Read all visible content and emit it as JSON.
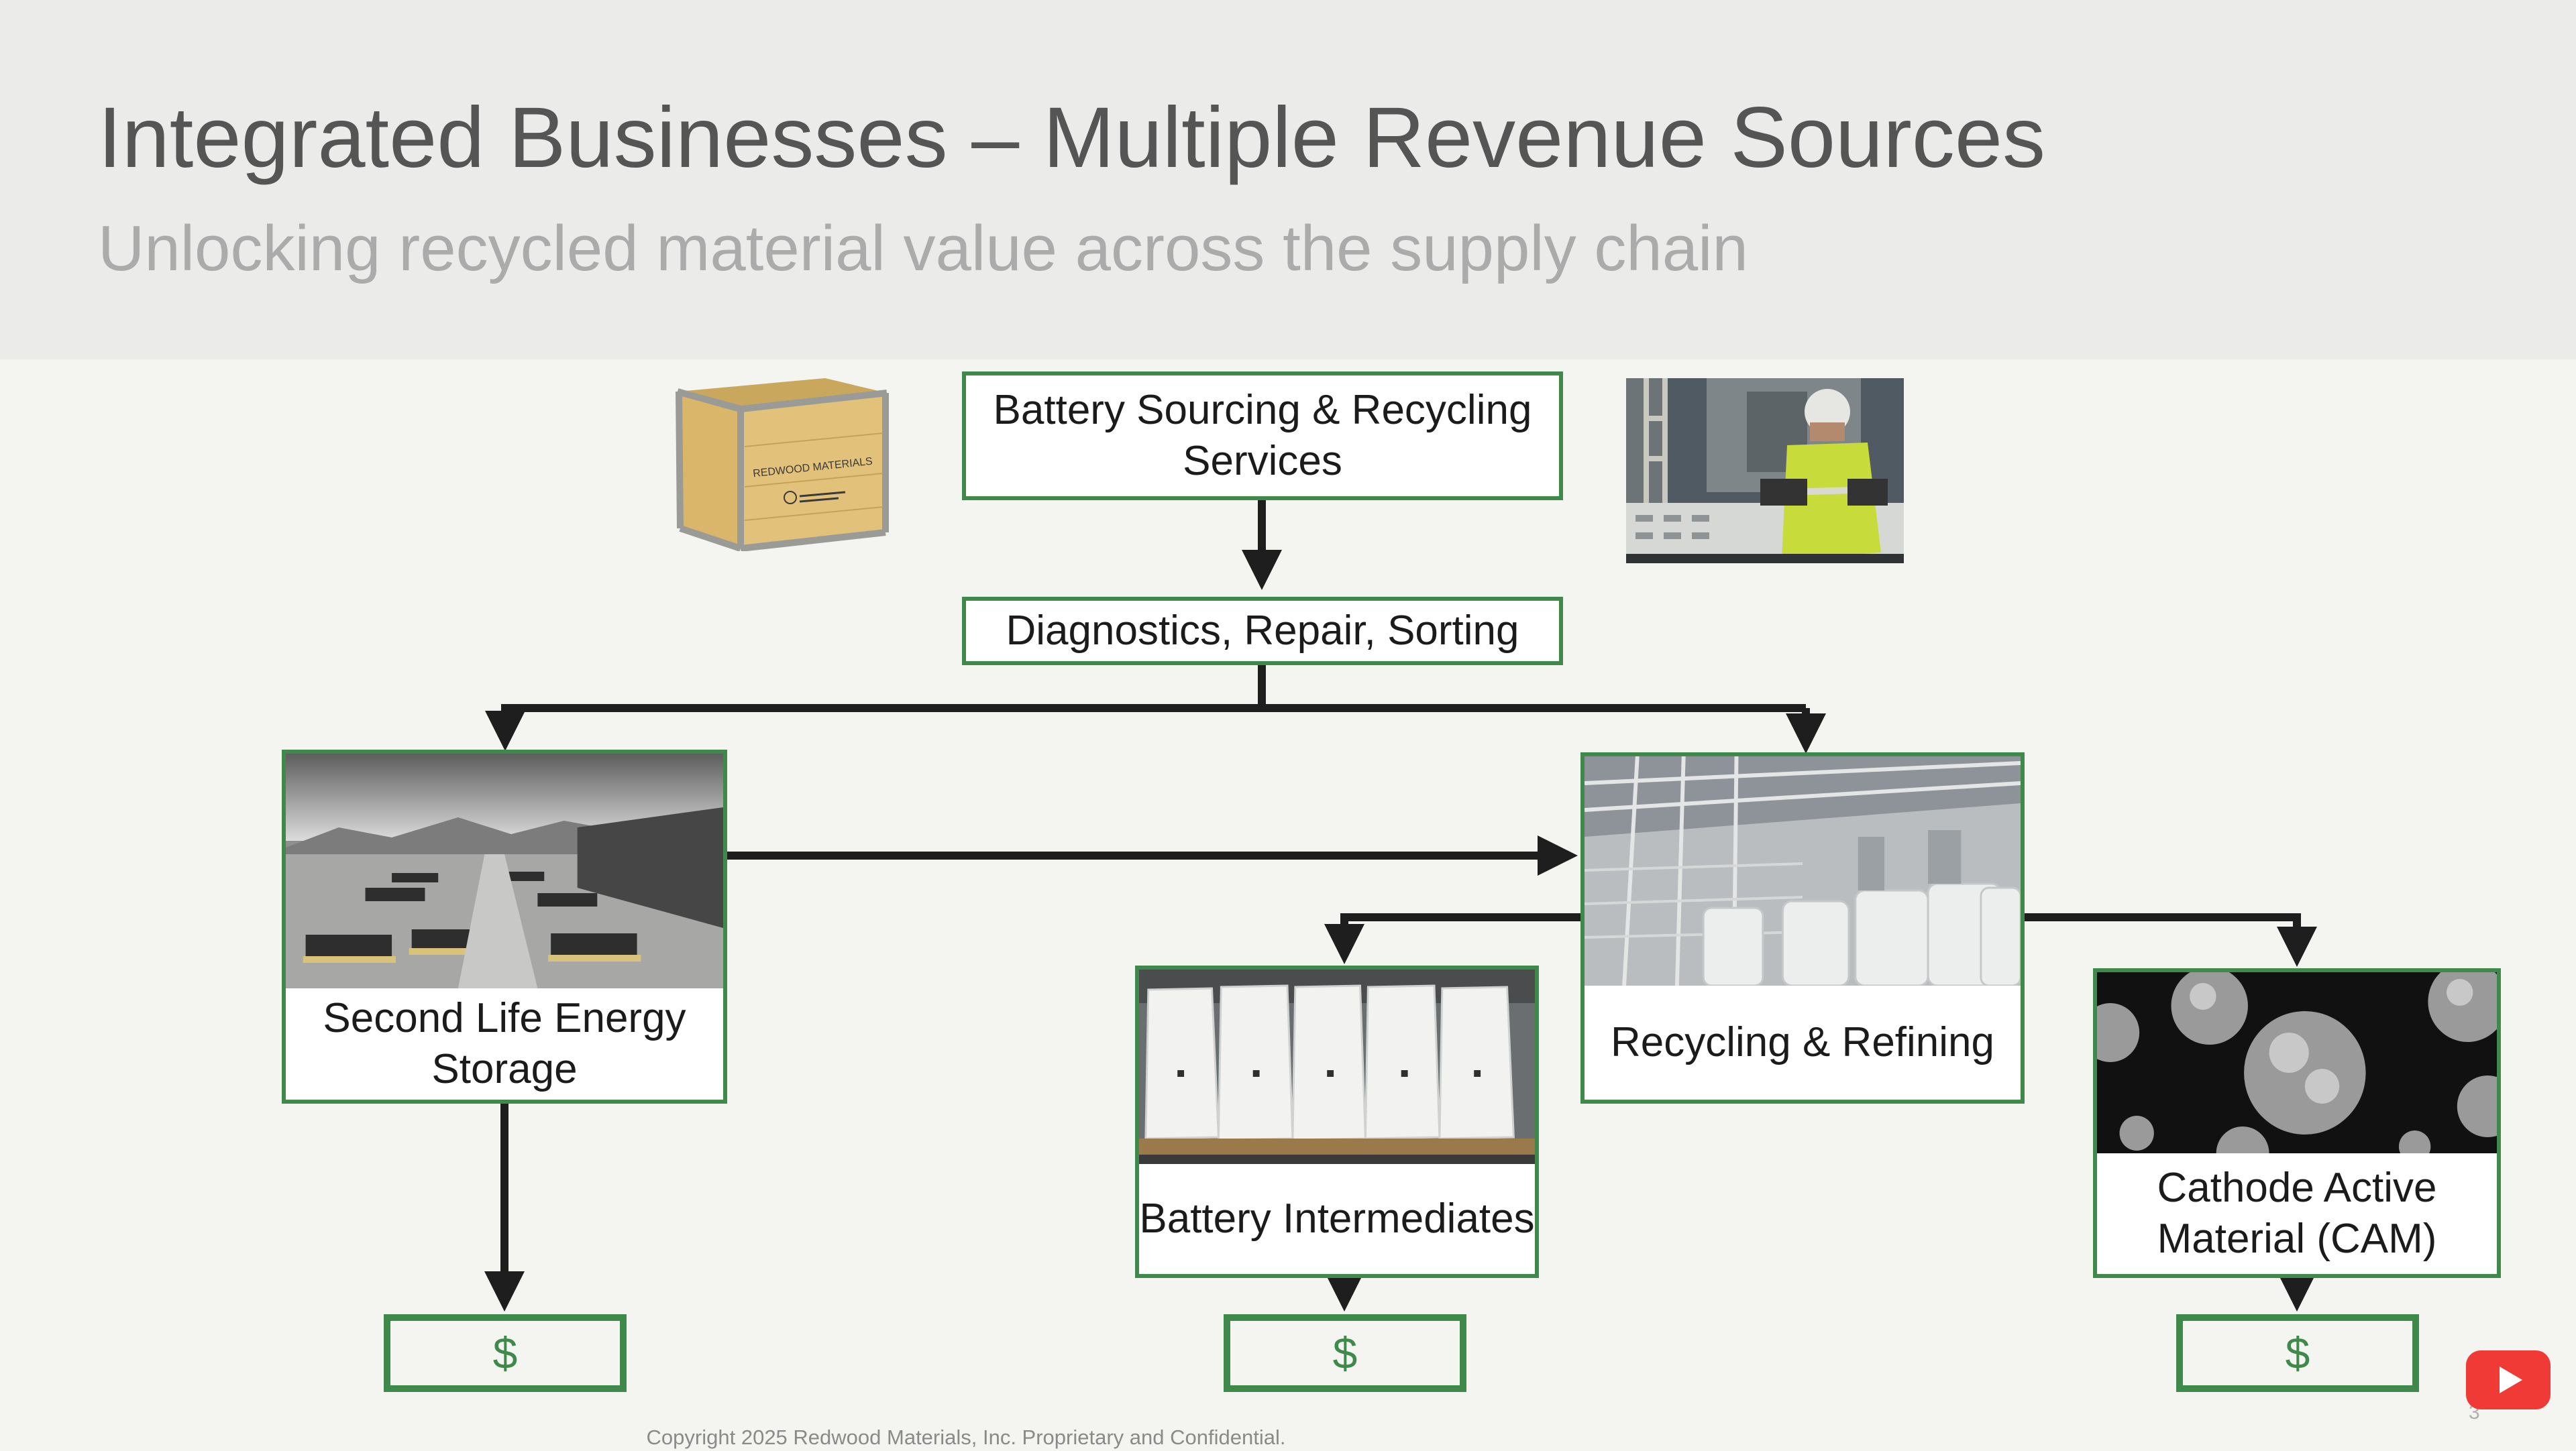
{
  "header": {
    "title": "Integrated Businesses – Multiple Revenue Sources",
    "subtitle": "Unlocking recycled material value across the supply chain"
  },
  "diagram": {
    "sourcing": "Battery Sourcing & Recycling Services",
    "diagnostics": "Diagnostics, Repair, Sorting",
    "second_life": "Second Life Energy Storage",
    "recycling": "Recycling & Refining",
    "intermediates": "Battery Intermediates",
    "cam": "Cathode Active Material (CAM)",
    "revenue_symbol": "$"
  },
  "images": {
    "crate_logo_text": "REDWOOD MATERIALS"
  },
  "footer": {
    "copyright": "Copyright 2025 Redwood Materials, Inc. Proprietary and Confidential.",
    "page_number": "3"
  },
  "colors": {
    "accent_green": "#3f8a4b",
    "arrow": "#1e1e1e",
    "youtube_red": "#f03a36"
  },
  "icons": {
    "play": "youtube-play-icon"
  }
}
